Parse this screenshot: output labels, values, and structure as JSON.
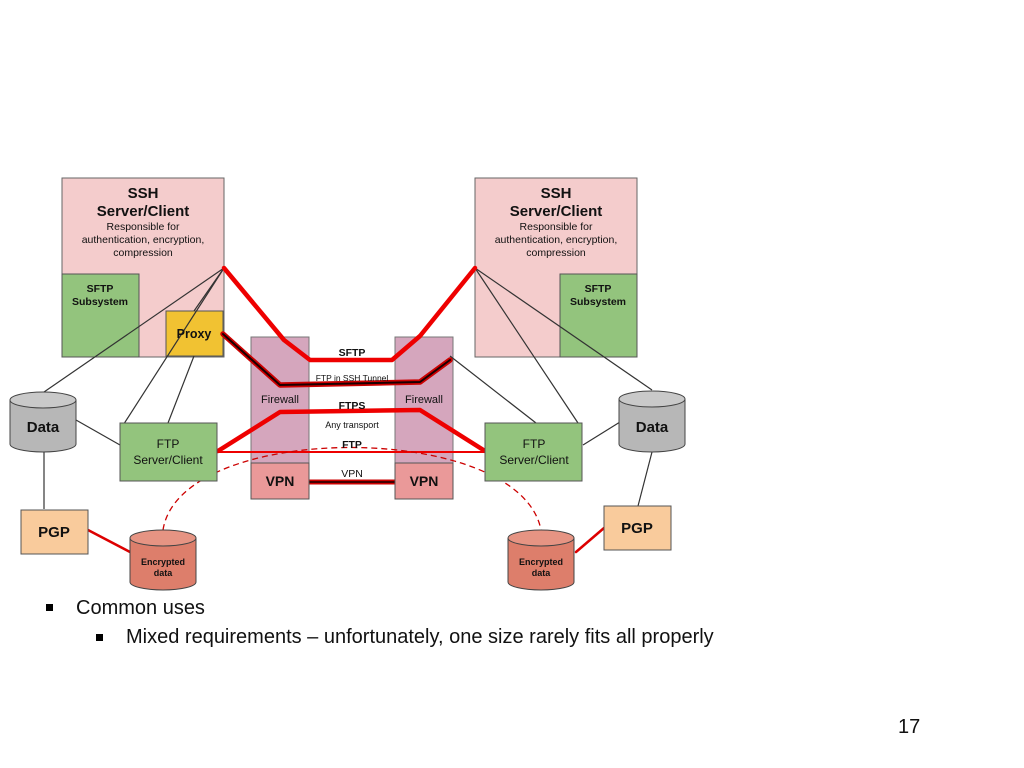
{
  "diagram": {
    "left_ssh": {
      "title_line1": "SSH",
      "title_line2": "Server/Client",
      "desc_line1": "Responsible for",
      "desc_line2": "authentication, encryption,",
      "desc_line3": "compression"
    },
    "right_ssh": {
      "title_line1": "SSH",
      "title_line2": "Server/Client",
      "desc_line1": "Responsible for",
      "desc_line2": "authentication, encryption,",
      "desc_line3": "compression"
    },
    "left_sftp": {
      "line1": "SFTP",
      "line2": "Subsystem"
    },
    "right_sftp": {
      "line1": "SFTP",
      "line2": "Subsystem"
    },
    "proxy": "Proxy",
    "left_ftp": {
      "line1": "FTP",
      "line2": "Server/Client"
    },
    "right_ftp": {
      "line1": "FTP",
      "line2": "Server/Client"
    },
    "left_data": "Data",
    "right_data": "Data",
    "left_pgp": "PGP",
    "right_pgp": "PGP",
    "left_encrypted": {
      "line1": "Encrypted",
      "line2": "data"
    },
    "right_encrypted": {
      "line1": "Encrypted",
      "line2": "data"
    },
    "left_firewall": "Firewall",
    "right_firewall": "Firewall",
    "left_vpn": "VPN",
    "right_vpn": "VPN",
    "link_labels": {
      "sftp": "SFTP",
      "ftp_ssh_tunnel": "FTP in SSH Tunnel",
      "ftps": "FTPS",
      "any_transport": "Any transport",
      "ftp": "FTP",
      "vpn": "VPN"
    },
    "colors": {
      "ssh_box": "#f4cccc",
      "sftp_box": "#93c47d",
      "proxy_box": "#f1c232",
      "ftp_box": "#93c47d",
      "data_cylinder": "#b7b7b7",
      "pgp_box": "#f9cb9c",
      "encrypted_cylinder": "#dd7e6b",
      "firewall": "#d5a6bd",
      "vpn_box": "#ea9999",
      "link_red": "#ee0000"
    }
  },
  "bullets": {
    "level1": "Common uses",
    "level2": "Mixed requirements – unfortunately, one size  rarely fits all properly"
  },
  "page_number": "17"
}
